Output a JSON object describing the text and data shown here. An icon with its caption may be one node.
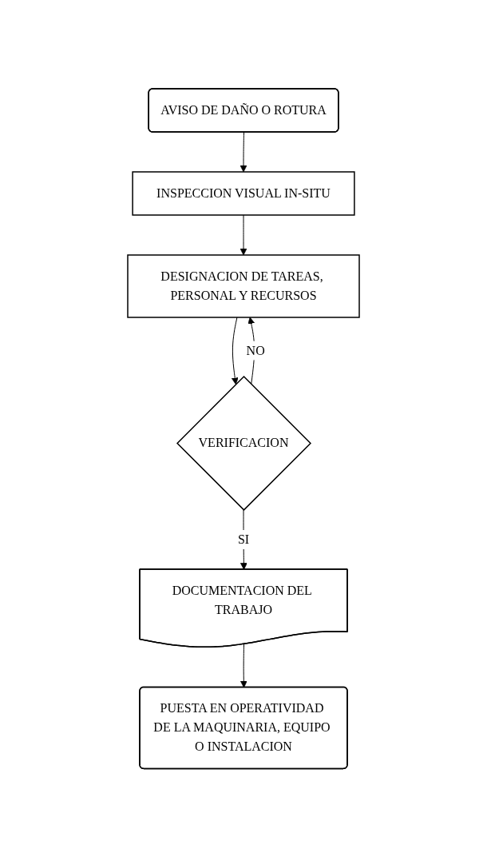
{
  "diagram": {
    "nodes": [
      {
        "text": [
          "AVISO DE DAÑO O ROTURA"
        ]
      },
      {
        "text": [
          "INSPECCION VISUAL IN-SITU"
        ]
      },
      {
        "text": [
          "DESIGNACION DE TAREAS, PERSONAL Y RECURSOS"
        ]
      },
      {
        "text": [
          "VERIFICACION"
        ]
      },
      {
        "text": [
          "DOCUMENTACION DEL TRABAJO"
        ]
      },
      {
        "text": [
          "PUESTA EN OPERATIVIDAD DE LA MAQUINARIA, EQUIPO O INSTALACION"
        ]
      }
    ],
    "edges": [
      {
        "from": 0,
        "to": 1,
        "arrow": "to"
      },
      {
        "from": 1,
        "to": 2,
        "arrow": "to"
      },
      {
        "from": 2,
        "to": 3,
        "arrow": "to"
      },
      {
        "from": 3,
        "to": 4,
        "arrow": "to",
        "label": "SI"
      },
      {
        "from": 3,
        "to": 2,
        "arrow": "to",
        "label": "NO"
      },
      {
        "from": 4,
        "to": 5,
        "arrow": "to"
      }
    ]
  }
}
